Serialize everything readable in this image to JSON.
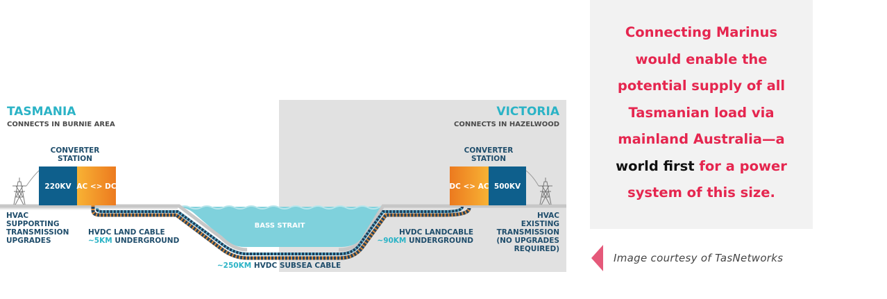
{
  "diagram": {
    "tasmania": {
      "title": "TASMANIA",
      "subtitle": "CONNECTS IN BURNIE AREA"
    },
    "victoria": {
      "title": "VICTORIA",
      "subtitle": "CONNECTS IN HAZELWOOD"
    },
    "converter_left": {
      "heading": [
        "CONVERTER",
        "STATION"
      ],
      "voltage": "220KV",
      "conversion": "AC <> DC"
    },
    "converter_right": {
      "heading": [
        "CONVERTER",
        "STATION"
      ],
      "voltage": "500KV",
      "conversion": "DC <> AC"
    },
    "water_label": "BASS STRAIT",
    "hvac_left": [
      "HVAC",
      "SUPPORTING",
      "TRANSMISSION",
      "UPGRADES"
    ],
    "land_cable_left": {
      "line1": "HVDC LAND CABLE",
      "distance": "~5KM",
      "rest": " UNDERGROUND"
    },
    "land_cable_right": {
      "line1": "HVDC LANDCABLE",
      "distance": "~90KM",
      "rest": " UNDERGROUND"
    },
    "subsea_cable": {
      "distance": "~250KM",
      "rest": " HVDC SUBSEA CABLE"
    },
    "hvac_right": [
      "HVAC",
      "EXISTING",
      "TRANSMISSION",
      "(NO UPGRADES",
      "REQUIRED)"
    ],
    "colors": {
      "teal": "#2bb3c6",
      "navy": "#0e5f8c",
      "orange": "#f0932b",
      "water": "#7fd1dc",
      "victoria_bg": "#e1e1e1"
    }
  },
  "quote": {
    "part1": "Connecting Marinus would enable the potential supply of all Tasmanian load via mainland Australia—a ",
    "highlight": "world first",
    "part2": " for a power system of this size."
  },
  "credit": {
    "text": "Image courtesy of  TasNetworks",
    "icon": "triangle-left-icon"
  }
}
